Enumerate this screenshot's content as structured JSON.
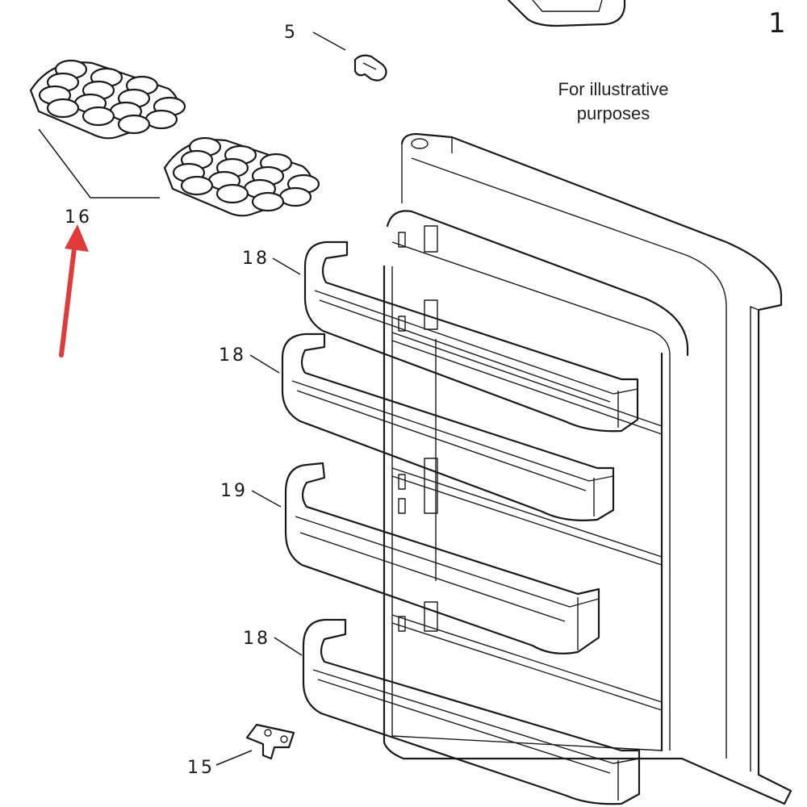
{
  "sheet_number": "1",
  "note": {
    "line1": "For illustrative",
    "line2": "purposes"
  },
  "callouts": {
    "c5": "5",
    "c16": "16",
    "c18a": "18",
    "c18b": "18",
    "c19": "19",
    "c18c": "18",
    "c15": "15"
  },
  "colors": {
    "highlight_arrow": "#e03a3a",
    "line": "#1a1a1a"
  }
}
